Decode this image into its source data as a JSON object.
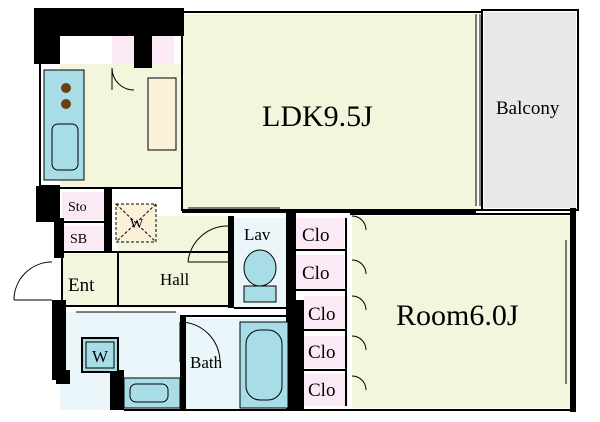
{
  "rooms": {
    "ldk": "LDK9.5J",
    "balcony": "Balcony",
    "room": "Room6.0J",
    "lav": "Lav",
    "hall": "Hall",
    "bath": "Bath",
    "ent": "Ent",
    "sto": "Sto",
    "sb": "SB",
    "w_upper": "W",
    "w_lower": "W",
    "clo1": "Clo",
    "clo2": "Clo",
    "clo3": "Clo",
    "clo4": "Clo",
    "clo5": "Clo"
  },
  "colors": {
    "ldk": "#f3f6dc",
    "room": "#f3f6dc",
    "balcony": "#e8e8e8",
    "wet": "#eaf6fa",
    "fixture": "#a8dde8",
    "closet": "#fbeaf5",
    "counter": "#fbf0d8",
    "wall": "#000000"
  }
}
